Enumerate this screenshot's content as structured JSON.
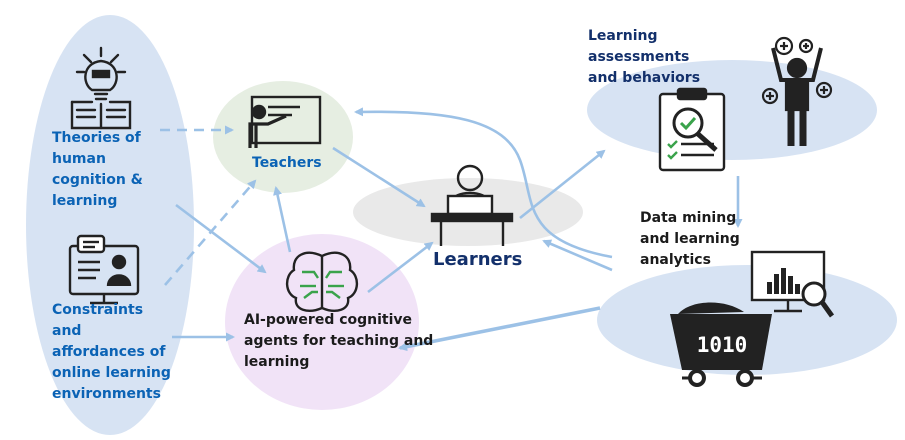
{
  "nodes": {
    "theories": {
      "lines": [
        "Theories of",
        "human",
        "cognition &",
        "learning"
      ],
      "icon": "lightbulb-book-icon"
    },
    "constraints": {
      "lines": [
        "Constraints",
        "and",
        "affordances of",
        "online learning",
        "environments"
      ],
      "icon": "online-class-monitor-icon"
    },
    "teachers": {
      "label": "Teachers",
      "icon": "teacher-whiteboard-icon"
    },
    "learners": {
      "label": "Learners",
      "icon": "student-laptop-icon"
    },
    "ai_agents": {
      "lines": [
        "AI-powered cognitive",
        "agents for teaching and",
        "learning"
      ],
      "icon": "brain-circuit-icon"
    },
    "assessments": {
      "lines": [
        "Learning",
        "assessments",
        "and behaviors"
      ],
      "icons": [
        "clipboard-checklist-icon",
        "person-plus-icon"
      ]
    },
    "data_mining": {
      "lines": [
        "Data mining",
        "and learning",
        "analytics"
      ],
      "icons": [
        "monitor-chart-icon",
        "mine-cart-icon"
      ]
    }
  },
  "cart_text": "1010",
  "colors": {
    "ellipse_blue": "#d7e3f3",
    "ellipse_green": "#e6eee2",
    "ellipse_gray": "#e9e9e9",
    "ellipse_purple": "#f1e3f7",
    "arrow": "#9cc1e6",
    "label_blue": "#0b63b5",
    "label_navy": "#13306b"
  }
}
